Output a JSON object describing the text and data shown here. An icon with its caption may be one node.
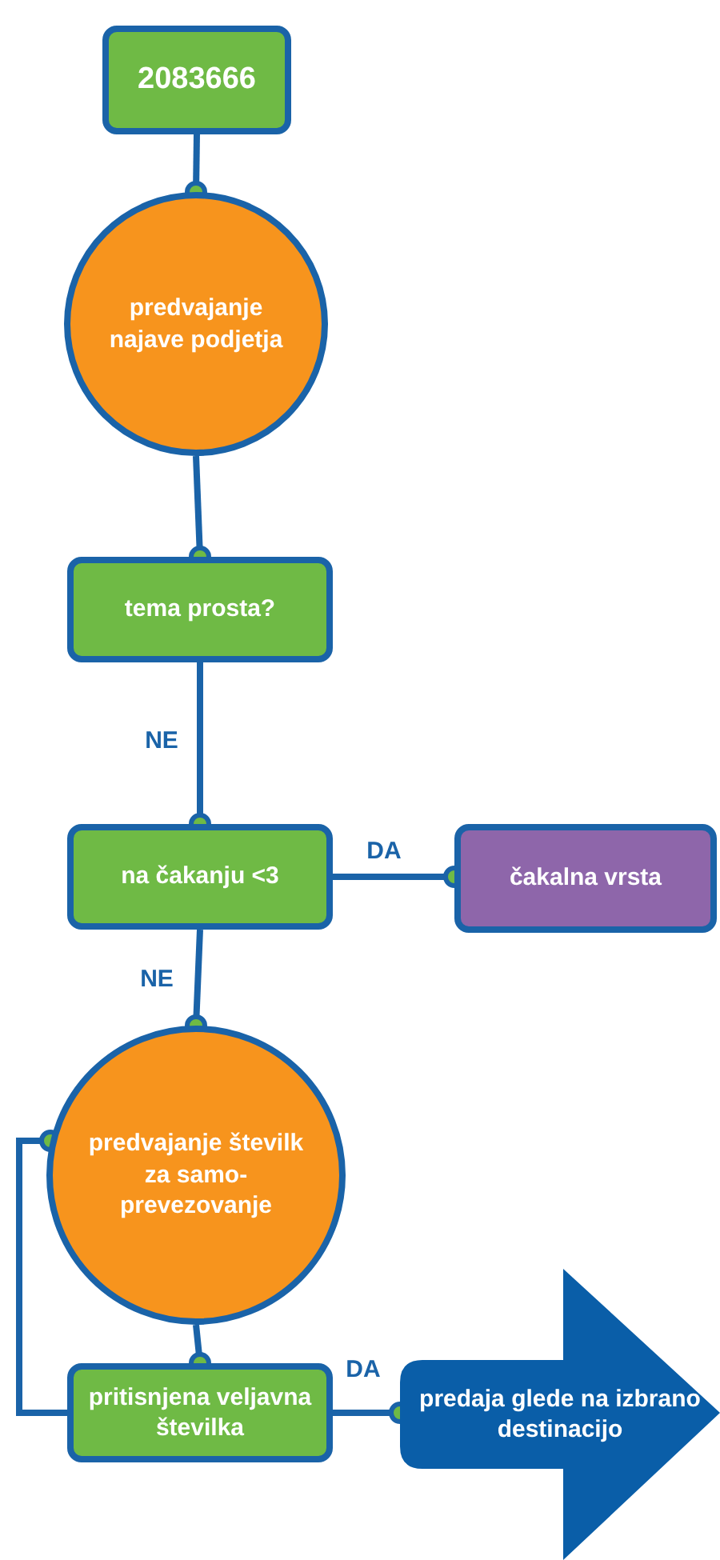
{
  "diagram": {
    "nodes": [
      {
        "text": [
          "2083666"
        ]
      },
      {
        "text": [
          "predvajanje najave podjetja"
        ]
      },
      {
        "text": [
          "tema prosta?"
        ]
      },
      {
        "text": [
          "na čakanju <3"
        ]
      },
      {
        "text": [
          "čakalna vrsta"
        ]
      },
      {
        "text": [
          "predvajanje številk za samo-prevezovanje"
        ]
      },
      {
        "text": [
          "pritisnjena veljavna številka"
        ]
      },
      {
        "text": [
          "predaja glede na izbrano destinacijo"
        ]
      }
    ],
    "edges": [
      {
        "from": 0,
        "to": 1,
        "arrow": "other"
      },
      {
        "from": 1,
        "to": 2,
        "arrow": "other"
      },
      {
        "from": 2,
        "to": 3,
        "arrow": "other",
        "label": "NE"
      },
      {
        "from": 3,
        "to": 4,
        "arrow": "other",
        "label": "DA"
      },
      {
        "from": 3,
        "to": 5,
        "arrow": "other",
        "label": "NE"
      },
      {
        "from": 5,
        "to": 6,
        "arrow": "other"
      },
      {
        "from": 6,
        "to": 5,
        "arrow": "other"
      },
      {
        "from": 6,
        "to": 7,
        "arrow": "other",
        "label": "DA"
      }
    ]
  }
}
